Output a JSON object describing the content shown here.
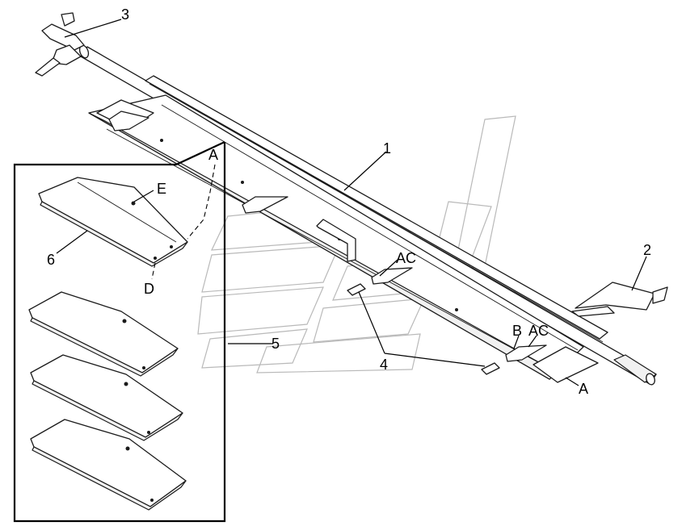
{
  "callouts": {
    "c1": "1",
    "c2": "2",
    "c3": "3",
    "c4": "4",
    "c5": "5",
    "c6": "6",
    "ac_mid": "AC",
    "ac_right": "AC",
    "b": "B",
    "a_right": "A",
    "a_inset": "A",
    "d": "D",
    "e": "E"
  },
  "colors": {
    "line": "#1a1a1a",
    "watermark": "#b9b9b9",
    "background": "#ffffff"
  }
}
